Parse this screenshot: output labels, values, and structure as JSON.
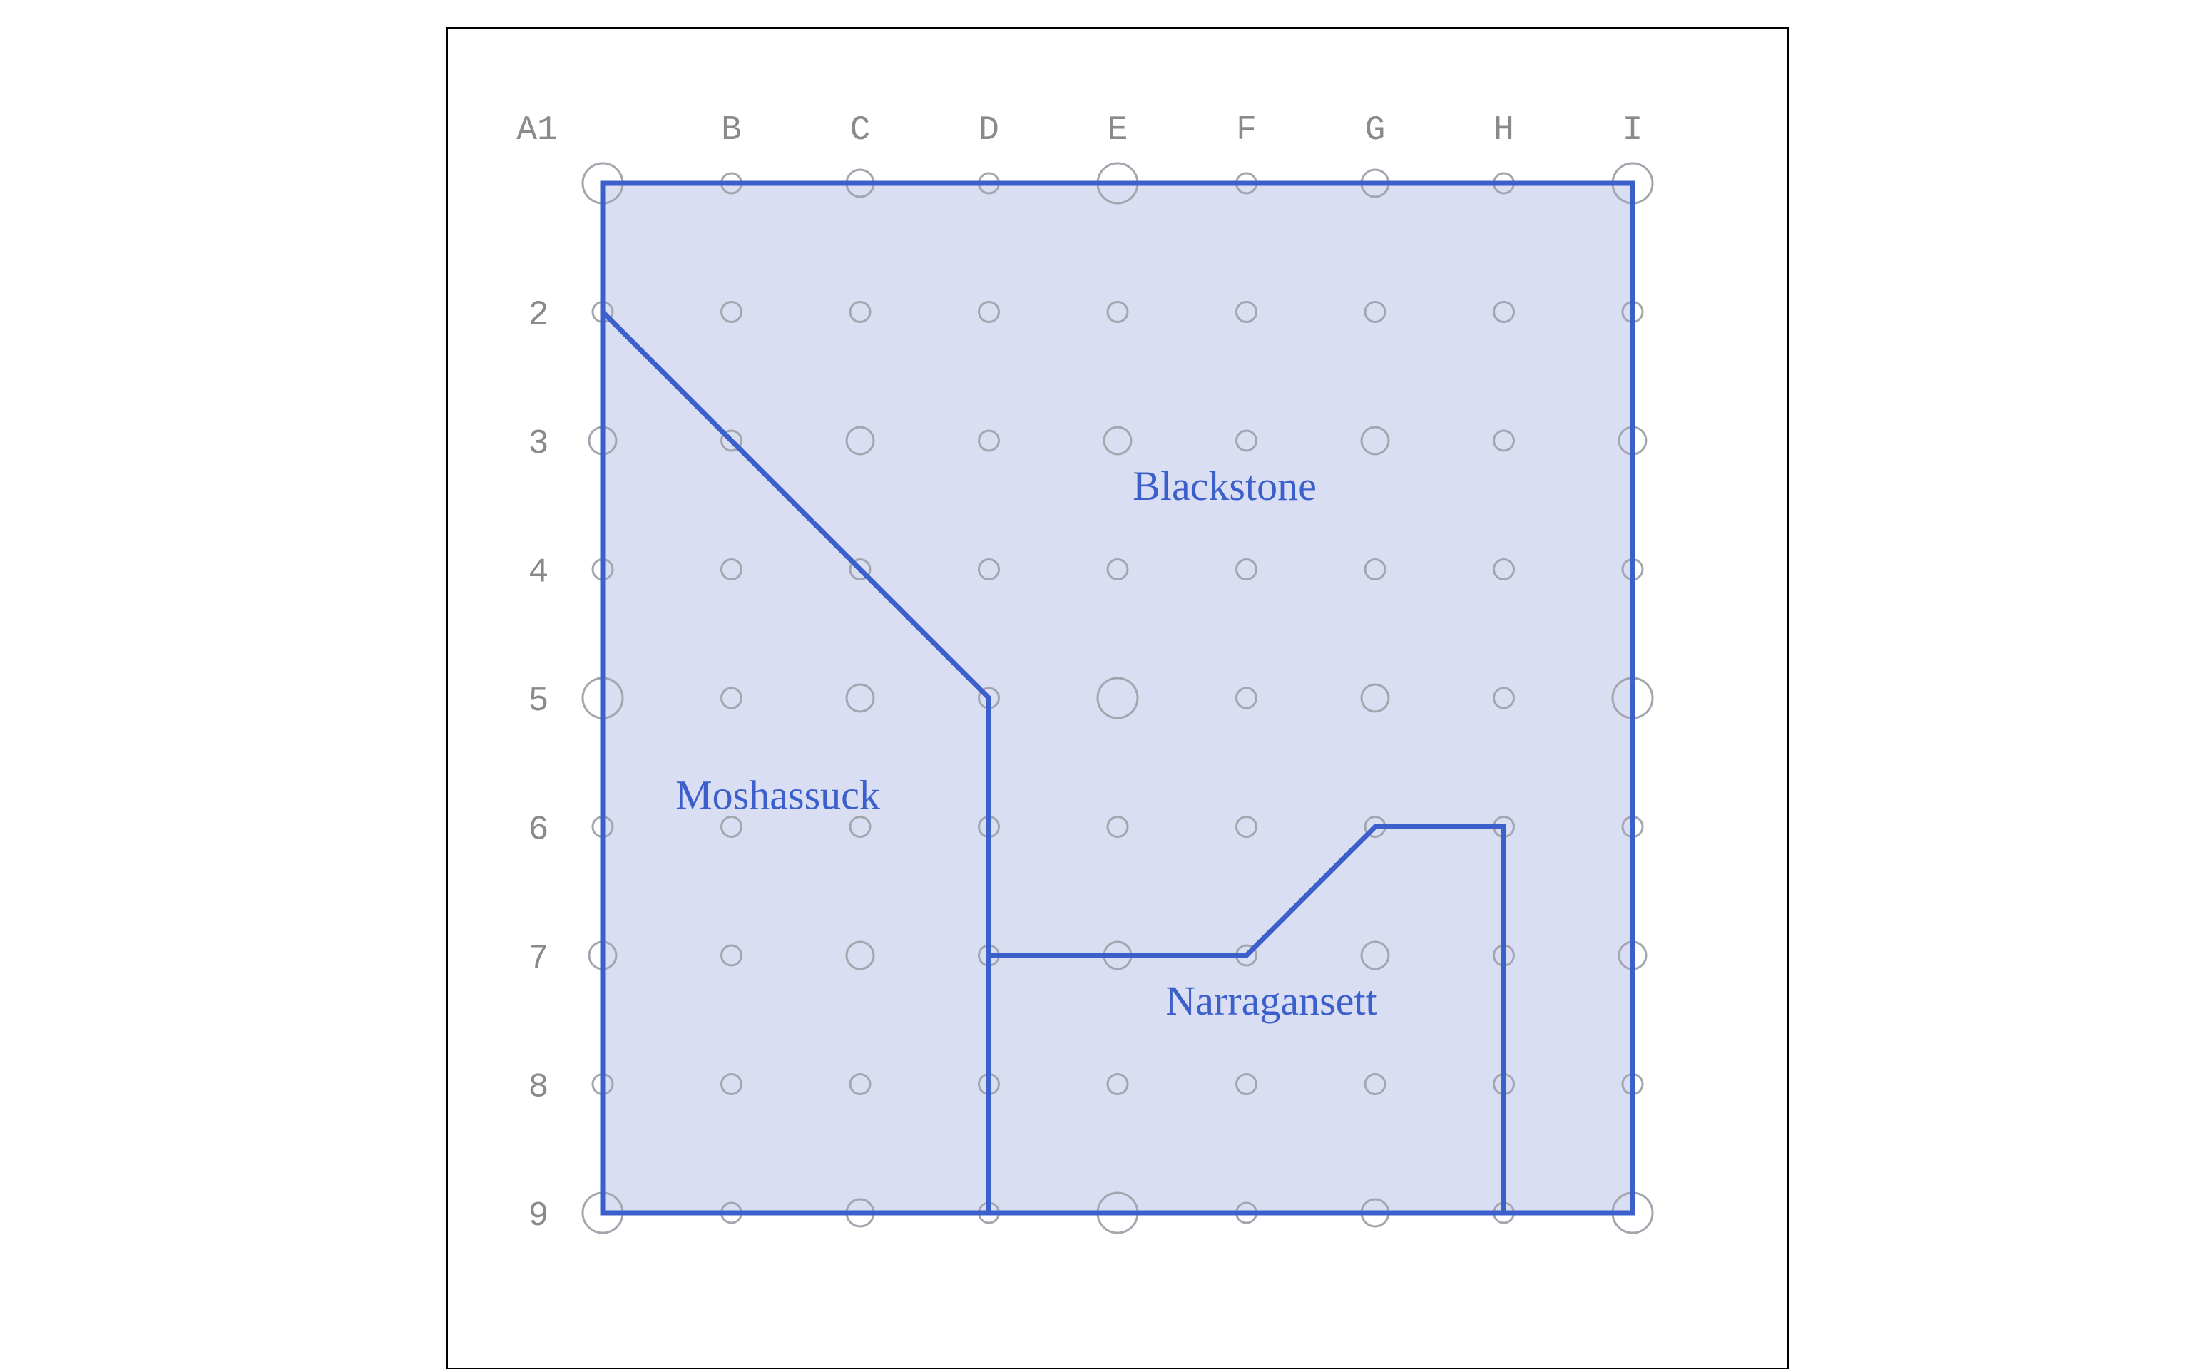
{
  "grid": {
    "columns": [
      "A1",
      "B",
      "C",
      "D",
      "E",
      "F",
      "G",
      "H",
      "I"
    ],
    "rows": [
      "",
      "2",
      "3",
      "4",
      "5",
      "6",
      "7",
      "8",
      "9"
    ]
  },
  "regions": [
    {
      "name": "Blackstone",
      "label_cell": [
        "E",
        3.35
      ]
    },
    {
      "name": "Moshassuck",
      "label_cell": [
        "B",
        5.75
      ]
    },
    {
      "name": "Narragansett",
      "label_cell": [
        "F",
        7.35
      ]
    }
  ],
  "boundaries": {
    "outer": [
      [
        "A1",
        1
      ],
      [
        "I",
        1
      ],
      [
        "I",
        9
      ],
      [
        "A1",
        9
      ]
    ],
    "moshassuck_edge": [
      [
        "A1",
        2
      ],
      [
        "D",
        5
      ],
      [
        "D",
        9
      ]
    ],
    "narragansett_edge": [
      [
        "D",
        7
      ],
      [
        "F",
        7
      ],
      [
        "G",
        6
      ],
      [
        "H",
        6
      ],
      [
        "H",
        9
      ]
    ]
  },
  "colors": {
    "frame": "#000000",
    "fill": "#d9def3",
    "line": "#3b5fcb",
    "peg": "#a3a6ae",
    "label": "#3b5fcb",
    "axis_text": "#8a8a8a"
  },
  "peg_style": {
    "large_pegs": [
      [
        "A1",
        1
      ],
      [
        "E",
        1
      ],
      [
        "I",
        1
      ],
      [
        "A1",
        5
      ],
      [
        "E",
        5
      ],
      [
        "I",
        5
      ],
      [
        "A1",
        9
      ],
      [
        "E",
        9
      ],
      [
        "I",
        9
      ]
    ],
    "medium_pegs": [
      [
        "C",
        1
      ],
      [
        "G",
        1
      ],
      [
        "A1",
        3
      ],
      [
        "C",
        3
      ],
      [
        "E",
        3
      ],
      [
        "G",
        3
      ],
      [
        "I",
        3
      ],
      [
        "C",
        5
      ],
      [
        "G",
        5
      ],
      [
        "A1",
        7
      ],
      [
        "C",
        7
      ],
      [
        "E",
        7
      ],
      [
        "G",
        7
      ],
      [
        "I",
        7
      ],
      [
        "C",
        9
      ],
      [
        "G",
        9
      ]
    ]
  }
}
